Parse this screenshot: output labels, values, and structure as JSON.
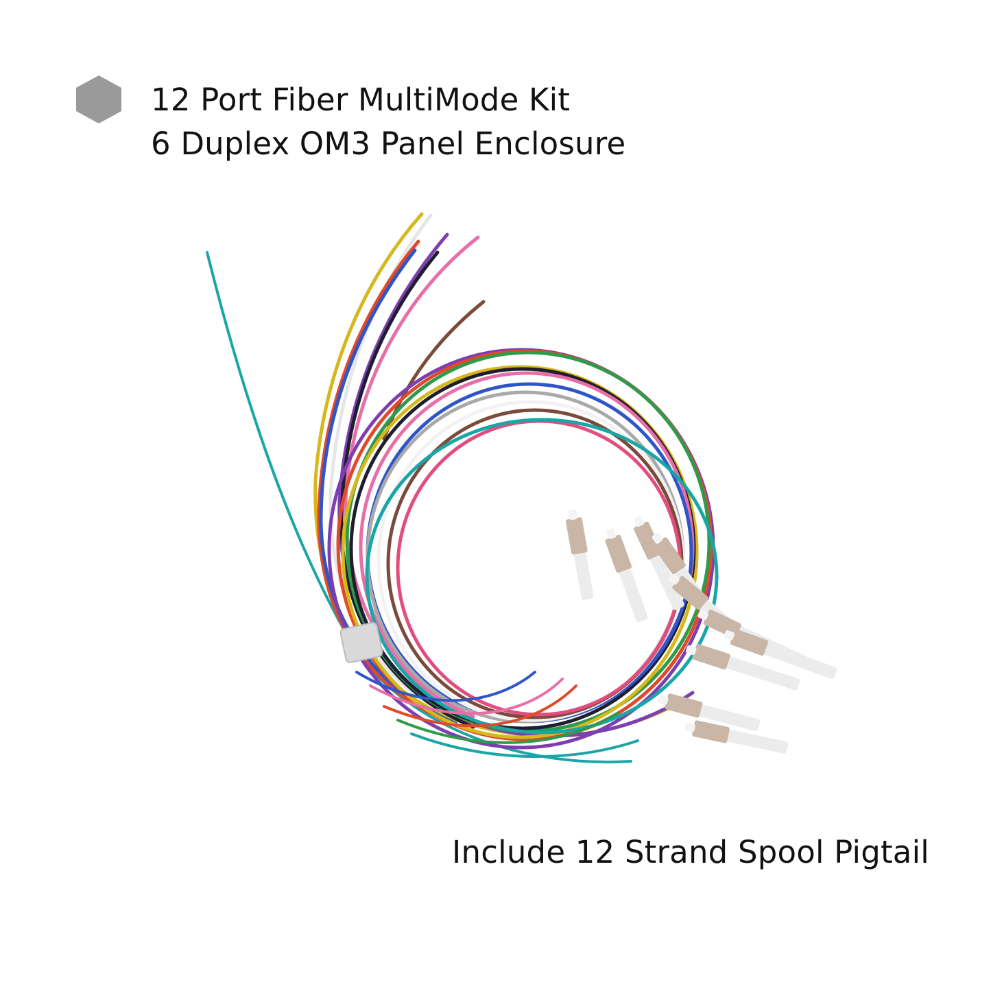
{
  "header": {
    "bullet_icon": "hexagon-icon",
    "line1": "12 Port Fiber MultiMode Kit",
    "line2": "6 Duplex OM3 Panel Enclosure"
  },
  "caption": "Include 12 Strand Spool Pigtail",
  "colors": {
    "background": "#ffffff",
    "text": "#111111",
    "bullet": "#9a9a9a",
    "fiber_colors": [
      "#1aa6a6",
      "#d6b71c",
      "#e04a2a",
      "#2f56c8",
      "#e86ea8",
      "#7a4a3a",
      "#1e1e2e",
      "#a9a9a9",
      "#7d3fb0",
      "#2e9a4a",
      "#f2f2f2",
      "#e24d7d"
    ],
    "connector": "#c9b6a6",
    "boot": "#ececec"
  }
}
